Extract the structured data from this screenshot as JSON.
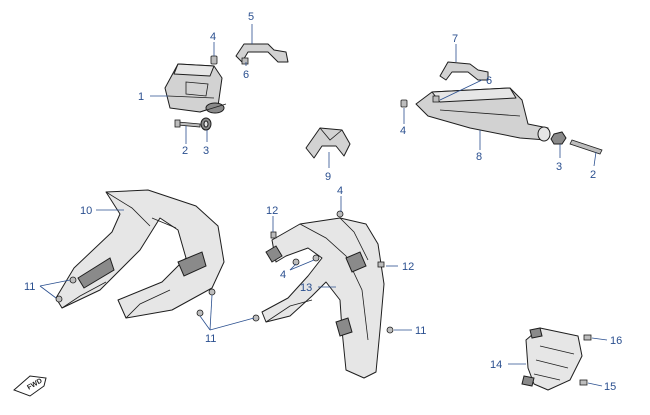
{
  "callouts": [
    {
      "label": "1"
    },
    {
      "label": "2"
    },
    {
      "label": "3"
    },
    {
      "label": "4"
    },
    {
      "label": "5"
    },
    {
      "label": "6"
    },
    {
      "label": "7"
    },
    {
      "label": "6"
    },
    {
      "label": "4"
    },
    {
      "label": "8"
    },
    {
      "label": "3"
    },
    {
      "label": "2"
    },
    {
      "label": "9"
    },
    {
      "label": "4"
    },
    {
      "label": "10"
    },
    {
      "label": "12"
    },
    {
      "label": "4"
    },
    {
      "label": "12"
    },
    {
      "label": "13"
    },
    {
      "label": "11"
    },
    {
      "label": "11"
    },
    {
      "label": "11"
    },
    {
      "label": "14"
    },
    {
      "label": "16"
    },
    {
      "label": "15"
    }
  ],
  "forward_marker": {
    "text": "FWD"
  }
}
